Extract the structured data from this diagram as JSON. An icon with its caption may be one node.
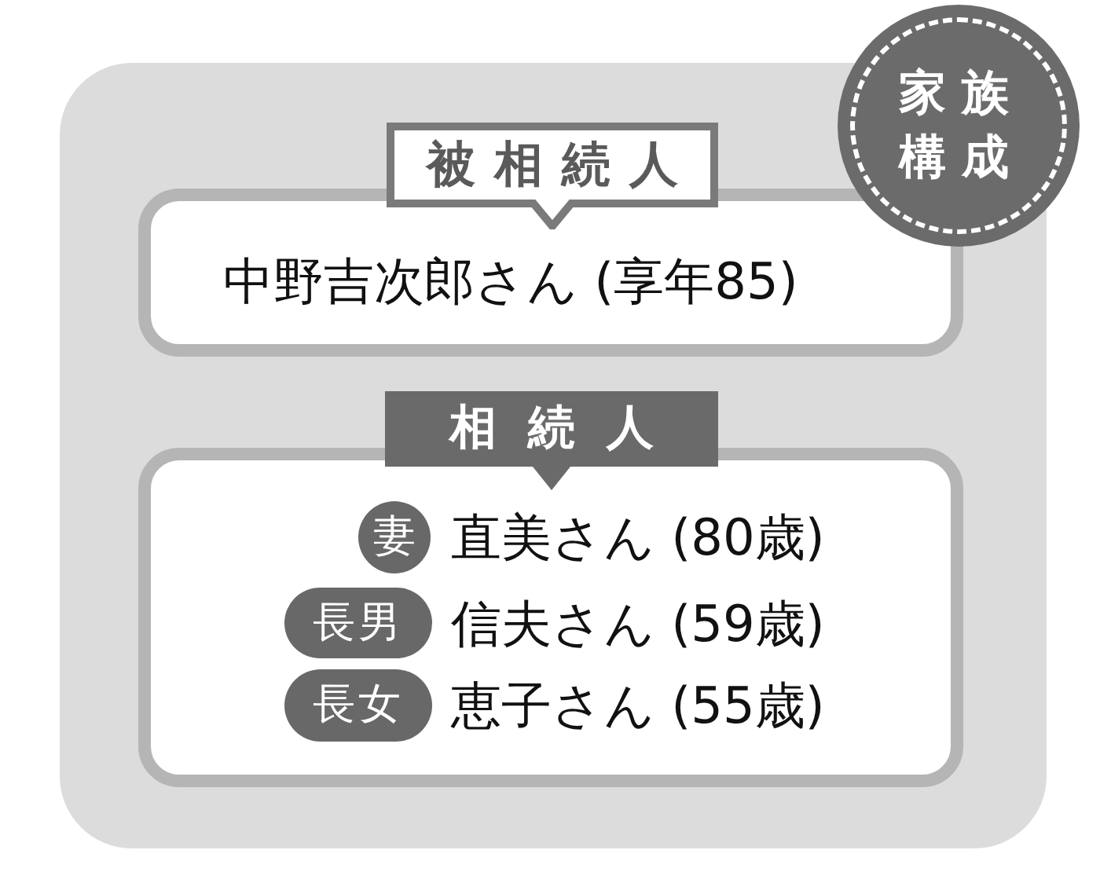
{
  "diagram": {
    "nodes": [
      {
        "text": [
          "家族構成"
        ]
      },
      {
        "text": [
          "被相続人",
          "中野吉次郎さん (享年85)"
        ]
      },
      {
        "text": [
          "相続人"
        ]
      },
      {
        "text": [
          "妻"
        ],
        "in": 2,
        "beside": [
          "直美さん (80歳)"
        ]
      },
      {
        "text": [
          "長男"
        ],
        "in": 2,
        "beside": [
          "信夫さん (59歳)"
        ]
      },
      {
        "text": [
          "長女"
        ],
        "in": 2,
        "beside": [
          "恵子さん (55歳)"
        ]
      }
    ]
  }
}
